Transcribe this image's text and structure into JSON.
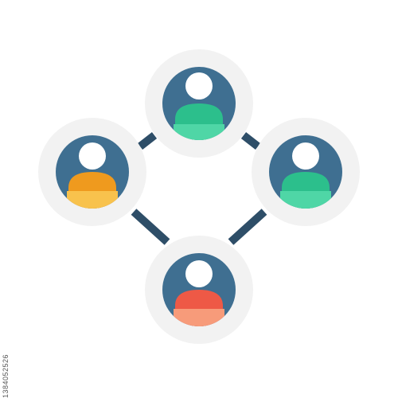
{
  "colors": {
    "background": "#ffffff",
    "halo": "#f2f2f2",
    "node_circle": "#3f6f91",
    "head": "#ffffff",
    "connector": "#2e4e68"
  },
  "nodes": [
    {
      "name": "top-person",
      "icon": "user-icon",
      "body_top": "#2cbf8c",
      "body_bottom": "#4fd6a6"
    },
    {
      "name": "left-person",
      "icon": "user-icon",
      "body_top": "#ef9a1e",
      "body_bottom": "#f8c24d"
    },
    {
      "name": "right-person",
      "icon": "user-icon",
      "body_top": "#2cbf8c",
      "body_bottom": "#4fd6a6"
    },
    {
      "name": "bottom-person",
      "icon": "user-icon",
      "body_top": "#ee5946",
      "body_bottom": "#f79b7a"
    }
  ],
  "watermark": {
    "id_text": "1384052526"
  }
}
